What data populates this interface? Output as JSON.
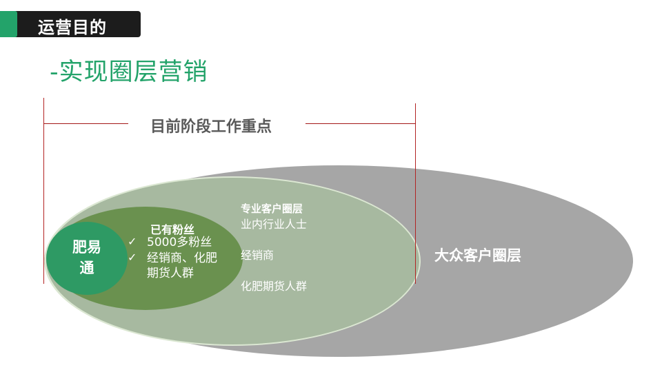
{
  "header": {
    "section_tag": "运营目的",
    "subtitle": "-实现圈层营销"
  },
  "focus_bracket": {
    "label": "目前阶段工作重点"
  },
  "diagram": {
    "core": {
      "label_line1": "肥易",
      "label_line2": "通",
      "color": "#2e9a64"
    },
    "fans_circle": {
      "title": "已有粉丝",
      "check_icon": "✓",
      "items": [
        "5000多粉丝",
        "经销商、化肥",
        "期货人群"
      ],
      "color": "#6a914f"
    },
    "professional_circle": {
      "title": "专业客户圈层",
      "items": [
        "业内行业人士",
        "经销商",
        "化肥期货人群"
      ],
      "color": "#a7b9a0"
    },
    "public_circle": {
      "title": "大众客户圈层",
      "color": "#a6a6a6"
    }
  },
  "colors": {
    "brand_green": "#23a36a",
    "tag_background": "#1c1c1c",
    "bracket_red": "#b22222",
    "focus_text": "#595959"
  }
}
